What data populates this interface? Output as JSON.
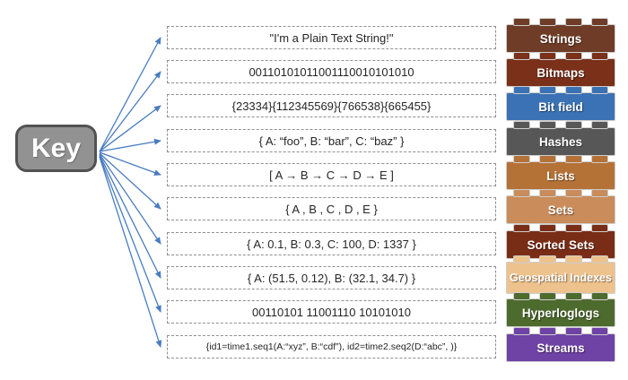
{
  "key": {
    "label": "Key"
  },
  "items": [
    {
      "type": "Strings",
      "example": "\"I'm a Plain Text String!\"",
      "brick_color": "#6f3d27"
    },
    {
      "type": "Bitmaps",
      "example": "00110101011001110010101010",
      "brick_color": "#7a3019"
    },
    {
      "type": "Bit field",
      "example": "{23334}{112345569}{766538}{665455}",
      "brick_color": "#3b72b5"
    },
    {
      "type": "Hashes",
      "example": "{ A: “foo”, B: “bar”, C: “baz”  }",
      "brick_color": "#575757"
    },
    {
      "type": "Lists",
      "example": "[ A → B → C → D → E ]",
      "brick_color": "#b57236"
    },
    {
      "type": "Sets",
      "example": "{ A , B , C , D , E }",
      "brick_color": "#c98c5a"
    },
    {
      "type": "Sorted Sets",
      "example": "{ A: 0.1, B: 0.3, C: 100, D: 1337 }",
      "brick_color": "#7a2d16"
    },
    {
      "type": "Geospatial Indexes",
      "example": "{ A: (51.5, 0.12), B: (32.1, 34.7)  }",
      "brick_color": "#eec28c"
    },
    {
      "type": "Hyperloglogs",
      "example": "00110101 11001110 10101010",
      "brick_color": "#4e6b2e"
    },
    {
      "type": "Streams",
      "example": "{id1=time1.seq1(A:“xyz”, B:“cdf”), id2=time2.seq2(D:“abc”, )}",
      "brick_color": "#6f42a5"
    }
  ],
  "colors": {
    "arrow": "#4a7cc0",
    "key_fill": "#929292",
    "key_border": "#525252",
    "box_border": "#8f8f8f",
    "box_text": "#262626"
  }
}
